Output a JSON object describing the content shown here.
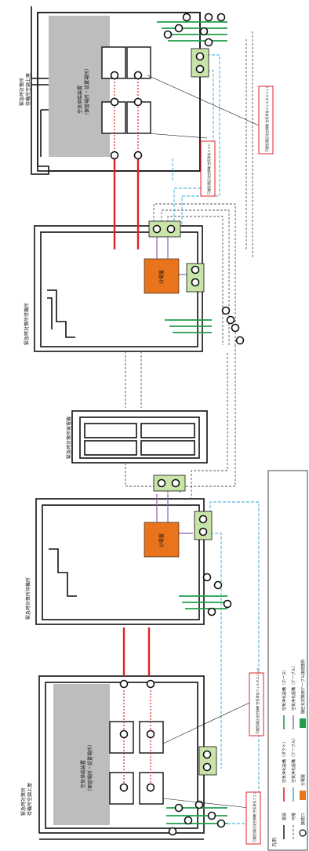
{
  "colors": {
    "wall": "#111111",
    "gray_area": "#bdbdbd",
    "duct": "#e0202a",
    "cable_blue": "#29a8d8",
    "hose_green": "#1f9e4a",
    "power": "#8a62b0",
    "dashed": "#555555",
    "distribution_panel": "#e9741c",
    "connector_box": "#c9e4a8",
    "callout_border": "#e02020"
  },
  "labels": {
    "room_top_a": "緊急時対策所",
    "room_top_b": "待機所空調上屋",
    "room_top_storage_a": "空気供給装置",
    "room_top_storage_b": "（保管場所・設置場所）",
    "room2_title": "緊急時対策所待機所",
    "room3_title": "緊急時対策所発電機",
    "room4_title": "緊急時対策所待機所",
    "room_bottom_a": "緊急時対策所",
    "room_bottom_b": "待機所空調上屋",
    "room_bottom_storage_a": "空気供給装置",
    "room_bottom_storage_b": "（保管場所・設置場所）",
    "panel_label": "分電盤",
    "callout_filter_top": "可搬型陽圧化空調機 空気浄化フィルタユニット",
    "callout_fan_top": "可搬型陽圧化空調機 空気浄化ファン",
    "callout_filter_bottom": "可搬型陽圧化空調機 空気浄化フィルタユニット",
    "callout_fan_bottom": "可搬型陽圧化空調機 空気浄化ファン"
  },
  "legend": {
    "title": "凡例",
    "items": [
      {
        "label": "屋設",
        "kind": "line-black"
      },
      {
        "label": "空気浄化設備（ダクト）",
        "kind": "line-red"
      },
      {
        "label": "空気浄化設備（ホース）",
        "kind": "line-green"
      },
      {
        "label": "可搬",
        "kind": "line-dashed"
      },
      {
        "label": "空気浄化設備（ケーブル）",
        "kind": "line-blue"
      },
      {
        "label": "空気浄化設備（ケーブル）",
        "kind": "line-purple"
      },
      {
        "label": "接続口",
        "kind": "circle"
      },
      {
        "label": "分電盤",
        "kind": "orange-box"
      },
      {
        "label": "陽圧化対策用ケーブル接続箇所",
        "kind": "green-box"
      }
    ]
  }
}
